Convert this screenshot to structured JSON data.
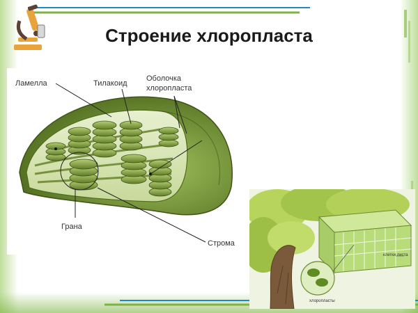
{
  "slide": {
    "title": "Строение хлоропласта"
  },
  "diagram": {
    "labels": {
      "lamella": "Ламелла",
      "thylakoid": "Тилакоид",
      "envelope_line1": "Оболочка",
      "envelope_line2": "хлоропласта",
      "grana": "Грана",
      "stroma": "Строма"
    }
  },
  "leaf_panel": {
    "label_cells": "клетки листа",
    "label_chloroplasts": "хлоропласты"
  },
  "colors": {
    "accent_green": "#7cb342",
    "line_blue": "#1e88c8",
    "chloroplast_dark": "#4f6b1e",
    "chloroplast_light": "#9fbf5a",
    "stroma_pale": "#d8e6b8"
  }
}
